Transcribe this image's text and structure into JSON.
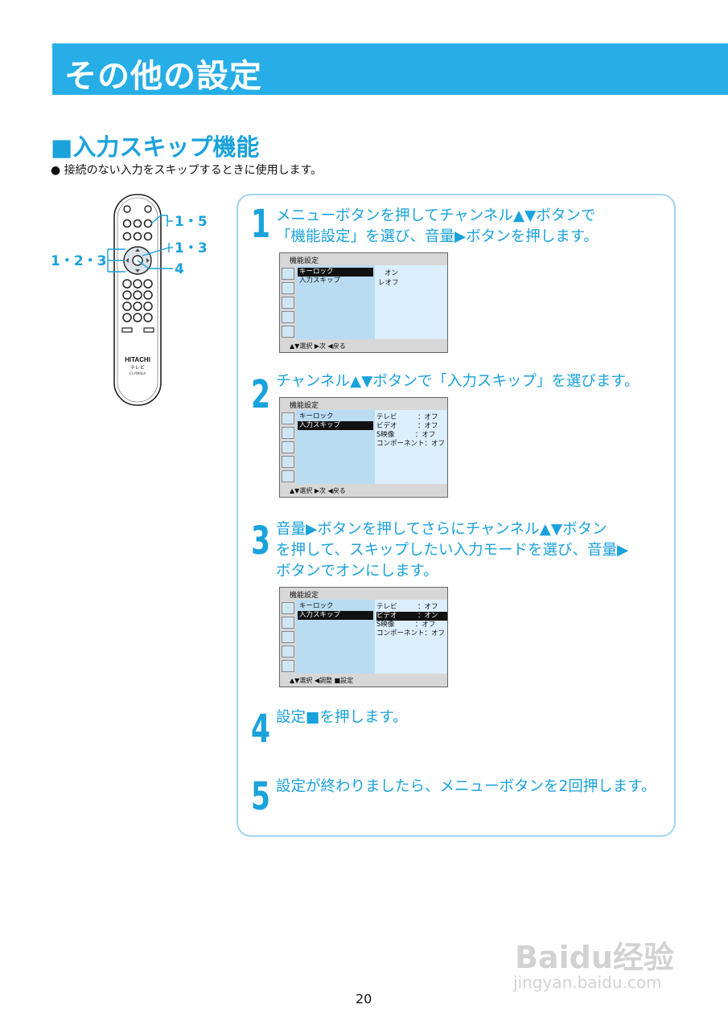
{
  "header": {
    "title": "その他の設定"
  },
  "section": {
    "title": "■入力スキップ機能",
    "description": "● 接続のない入力をスキップするときに使用します。"
  },
  "remote": {
    "brand": "HITACHI",
    "subtitle": "テレビ",
    "model": "CL-RM4LA",
    "callouts": {
      "top_right": "1・5",
      "mid_right": "1・3",
      "low_right": "4",
      "left": "1・2・3"
    }
  },
  "steps": [
    {
      "number": "1",
      "lines": [
        "メニューボタンを押してチャンネル▲▼ボタンで",
        "「機能設定」を選び、音量▶ボタンを押します。"
      ]
    },
    {
      "number": "2",
      "lines": [
        "チャンネル▲▼ボタンで「入力スキップ」を選びます。"
      ]
    },
    {
      "number": "3",
      "lines": [
        "音量▶ボタンを押してさらにチャンネル▲▼ボタン",
        "を押して、スキップしたい入力モードを選び、音量▶",
        "ボタンでオンにします。"
      ]
    },
    {
      "number": "4",
      "lines": [
        "設定■を押します。"
      ]
    },
    {
      "number": "5",
      "lines": [
        "設定が終わりましたら、メニューボタンを2回押します。"
      ]
    }
  ],
  "osd_screens": [
    {
      "title": "機能設定",
      "items": [
        "キーロック",
        "入力スキップ"
      ],
      "values": [
        "オン",
        "レオフ"
      ],
      "footer": "▲▼選択  ▶次  ◀戻る"
    },
    {
      "title": "機能設定",
      "items": [
        "キーロック",
        "入力スキップ"
      ],
      "values": [
        "テレビ　　　：オフ",
        "ビデオ　　　：オフ",
        "S映像　　　：オフ",
        "コンポーネント：オフ"
      ],
      "footer": "▲▼選択  ▶次  ◀戻る"
    },
    {
      "title": "機能設定",
      "items": [
        "キーロック",
        "入力スキップ"
      ],
      "values": [
        "テレビ　　　：オフ",
        "ビデオ　　　：オン",
        "S映像　　　：オフ",
        "コンポーネント：オフ"
      ],
      "footer": "▲▼選択  ◀調整  ■設定"
    }
  ],
  "page_number": "20",
  "watermark": {
    "logo": "Baidu经验",
    "url": "jingyan.baidu.com"
  }
}
